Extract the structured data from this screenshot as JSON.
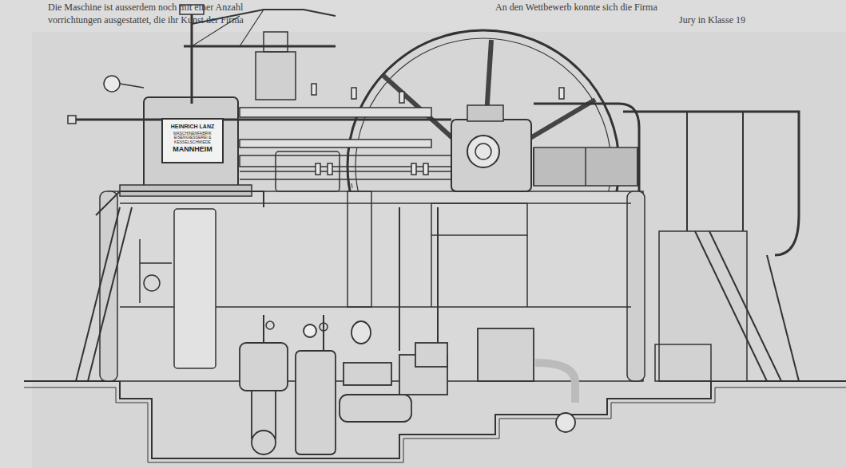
{
  "diagram": {
    "nodes": [
      {
        "text": [
          "HEINRICH LANZ",
          "MASCHINENFABRIK EISENGIESSEREI & KESSELSCHMIEDE",
          "MANNHEIM"
        ]
      }
    ],
    "labels": [
      "Die Maschine ist ausserdem noch mit einer Anzahl",
      "vorrichtungen ausgestattet, die ihr Kunst der Firma",
      "An den Wettbewerb konnte sich die Firma",
      "Jury in Klasse 19"
    ]
  }
}
